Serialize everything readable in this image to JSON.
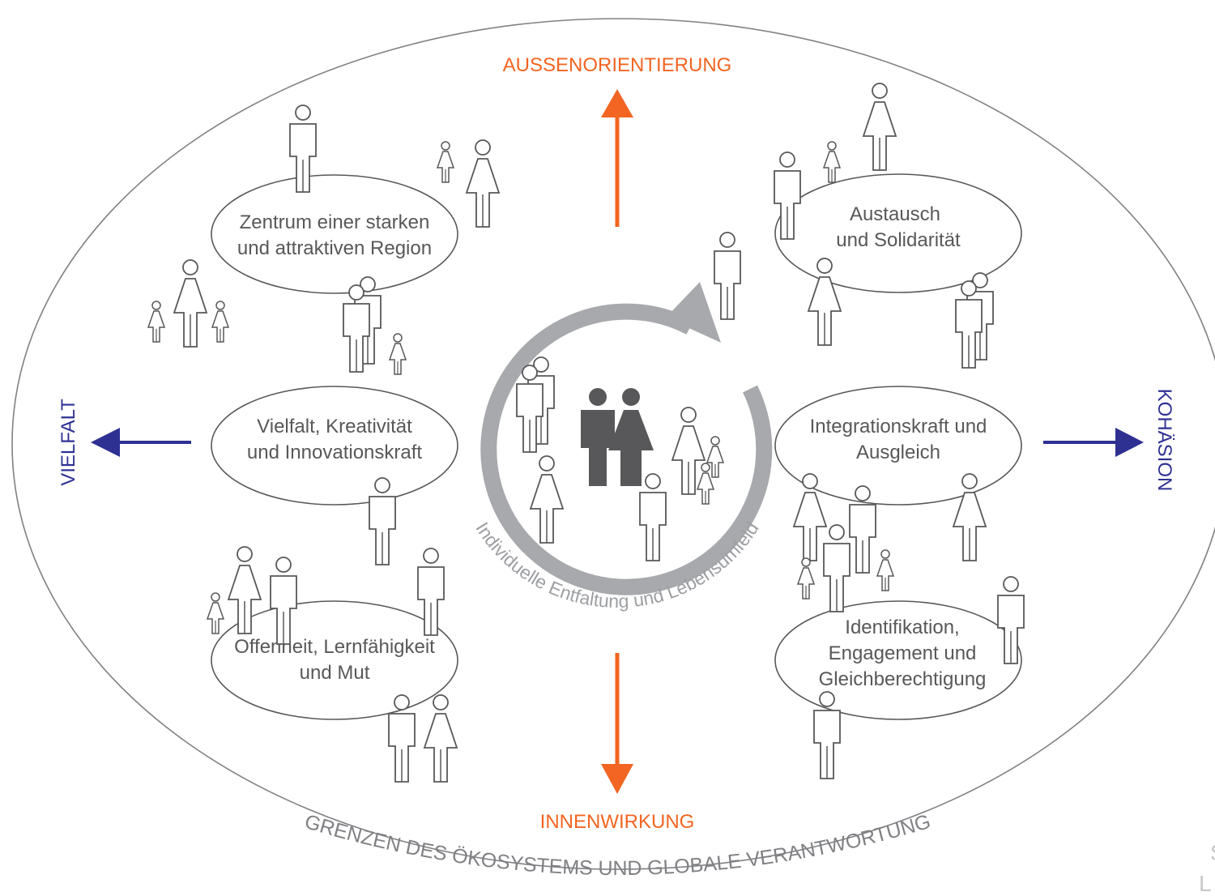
{
  "axes": {
    "top": "AUSSENORIENTIERUNG",
    "bottom": "INNENWIRKUNG",
    "left": "VIELFALT",
    "right": "KOHÄSION"
  },
  "colors": {
    "orange": "#f26522",
    "blue": "#2e3192",
    "gray_outline": "#58585a",
    "ring_gray": "#a7a9ac",
    "dark_figure": "#58585a"
  },
  "bubbles": {
    "zentrum": {
      "line1": "Zentrum einer starken",
      "line2": "und attraktiven Region"
    },
    "vielfalt": {
      "line1": "Vielfalt, Kreativität",
      "line2": "und Innovationskraft"
    },
    "offenheit": {
      "line1": "Offenheit, Lernfähigkeit",
      "line2": "und Mut"
    },
    "austausch": {
      "line1": "Austausch",
      "line2": "und Solidarität"
    },
    "integration": {
      "line1": "Integrationskraft und",
      "line2": "Ausgleich"
    },
    "identifikation": {
      "line1": "Identifikation,",
      "line2": "Engagement und",
      "line3": "Gleichberechtigung"
    }
  },
  "center": {
    "ring_label": "Individuelle Entfaltung und Lebensumfeld"
  },
  "boundary": {
    "label": "GRENZEN DES ÖKOSYSTEMS UND GLOBALE VERANTWORTUNG"
  },
  "corner_fragment": {
    "line1": "S",
    "line2": "L"
  },
  "icons": [
    "person-man-icon",
    "person-woman-icon",
    "person-child-icon",
    "couple-icon",
    "cycle-arrow-icon"
  ]
}
